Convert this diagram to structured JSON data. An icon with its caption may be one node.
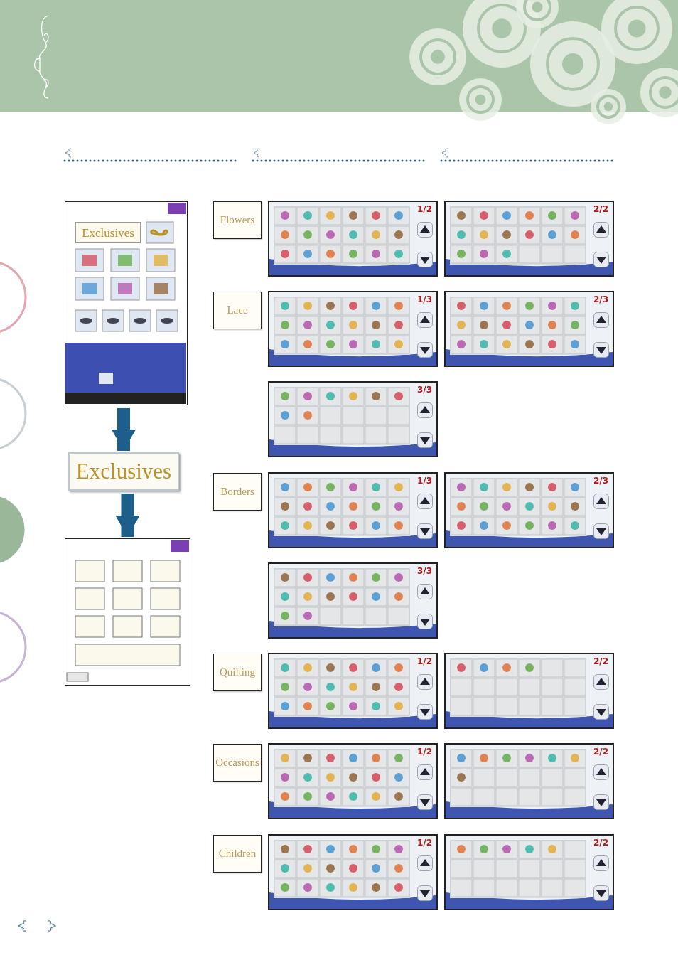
{
  "diagram": {
    "nodes": [
      {
        "text": [
          "Exclusives"
        ]
      },
      {
        "text": [
          "Exclusives"
        ]
      },
      {
        "text": [],
        "shape": "picture"
      },
      {
        "text": [
          "Flowers"
        ]
      },
      {
        "text": [
          "1/2"
        ]
      },
      {
        "text": [
          "2/2"
        ]
      },
      {
        "text": [
          "Lace"
        ]
      },
      {
        "text": [
          "1/3"
        ]
      },
      {
        "text": [
          "2/3"
        ]
      },
      {
        "text": [
          "3/3"
        ]
      },
      {
        "text": [
          "Borders"
        ]
      },
      {
        "text": [
          "1/3"
        ]
      },
      {
        "text": [
          "2/3"
        ]
      },
      {
        "text": [
          "3/3"
        ]
      },
      {
        "text": [
          "Quilting"
        ]
      },
      {
        "text": [
          "1/2"
        ]
      },
      {
        "text": [
          "2/2"
        ]
      },
      {
        "text": [
          "Occasions"
        ]
      },
      {
        "text": [
          "1/2"
        ]
      },
      {
        "text": [
          "2/2"
        ]
      },
      {
        "text": [
          "Children"
        ]
      },
      {
        "text": [
          "1/2"
        ]
      },
      {
        "text": [
          "2/2"
        ]
      }
    ],
    "edges": [
      {
        "from": 0,
        "to": 1,
        "arrow": "to"
      },
      {
        "from": 1,
        "to": 2,
        "arrow": "to"
      }
    ]
  }
}
